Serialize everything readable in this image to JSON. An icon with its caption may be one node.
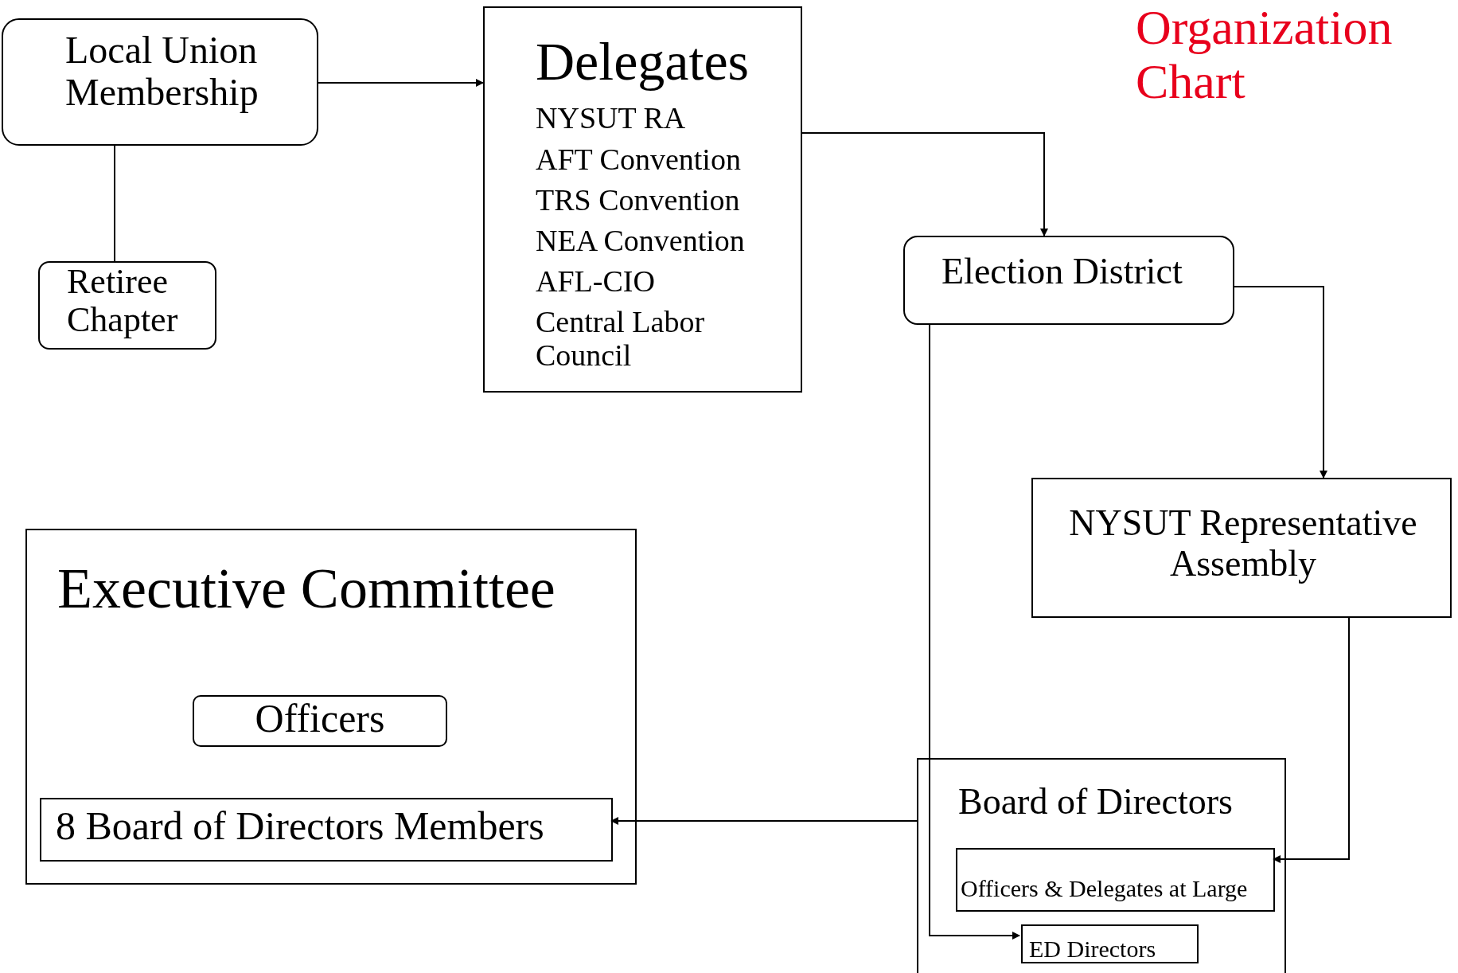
{
  "diagram": {
    "title": "Organization Chart",
    "nodes": [
      {
        "text": [
          "Local Union Membership"
        ]
      },
      {
        "text": [
          "Delegates",
          "NYSUT RA",
          "AFT Convention",
          "TRS Convention",
          "NEA Convention",
          "AFL-CIO",
          "Central Labor Council"
        ]
      },
      {
        "text": [
          "Retiree Chapter"
        ]
      },
      {
        "text": [
          "Election District"
        ]
      },
      {
        "text": [
          "NYSUT Representative Assembly"
        ]
      },
      {
        "text": [
          "Executive Committee"
        ]
      },
      {
        "text": [
          "Officers"
        ],
        "in": 5
      },
      {
        "text": [
          "8 Board of Directors Members"
        ],
        "in": 5
      },
      {
        "text": [
          "Board of Directors"
        ]
      },
      {
        "text": [
          "Officers & Delegates at Large"
        ],
        "in": 8
      },
      {
        "text": [
          "ED Directors"
        ],
        "in": 8
      }
    ],
    "edges": [
      {
        "from": 0,
        "to": 1,
        "arrow": "to"
      },
      {
        "from": 0,
        "to": 2,
        "arrow": "none"
      },
      {
        "from": 1,
        "to": 3,
        "arrow": "to"
      },
      {
        "from": 3,
        "to": 4,
        "arrow": "to"
      },
      {
        "from": 3,
        "to": 10,
        "arrow": "to"
      },
      {
        "from": 4,
        "to": 9,
        "arrow": "to"
      },
      {
        "from": 8,
        "to": 7,
        "arrow": "to"
      }
    ]
  }
}
